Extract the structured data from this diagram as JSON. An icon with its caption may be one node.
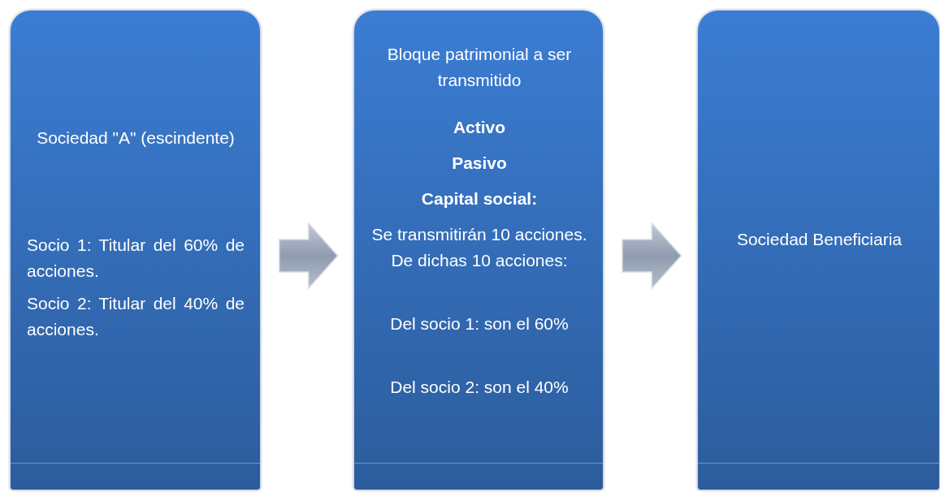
{
  "diagram": {
    "nodes": [
      {
        "text": [
          "Sociedad \"A\" (escindente)",
          "Socio 1: Titular del 60% de acciones.",
          "Socio 2: Titular del 40% de acciones."
        ]
      },
      {
        "text": [
          "Bloque patrimonial a ser transmitido",
          "Activo",
          "Pasivo",
          "Capital social:",
          "Se transmitirán 10 acciones. De dichas 10 acciones:",
          "Del socio 1: son el 60%",
          "Del socio 2: son el 40%"
        ]
      },
      {
        "text": [
          "Sociedad Beneficiaria"
        ]
      }
    ],
    "edges": [
      {
        "from": 0,
        "to": 1,
        "arrow": "to"
      },
      {
        "from": 1,
        "to": 2,
        "arrow": "to"
      }
    ]
  }
}
